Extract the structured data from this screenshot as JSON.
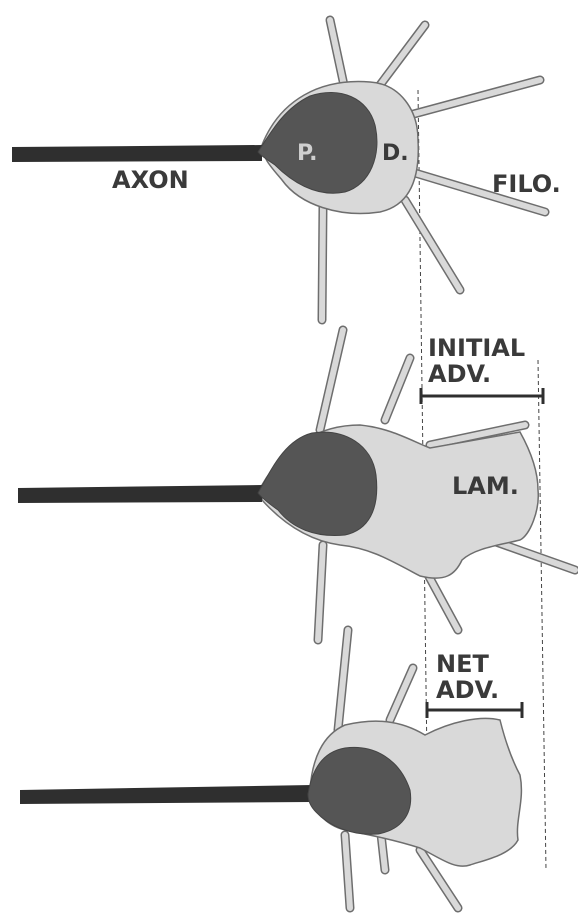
{
  "labels": {
    "axon": "AXON",
    "proximal": "P.",
    "distal": "D.",
    "filopodia": "FILO.",
    "initial_line1": "INITIAL",
    "initial_line2": "ADV.",
    "lamellipodium": "LAM.",
    "net_line1": "NET",
    "net_line2": "ADV."
  },
  "colors": {
    "axon": "#2f2f2f",
    "core": "#555555",
    "periphery": "#d9d9d9",
    "outline": "#6e6e6e",
    "text": "#3a3a3a",
    "guide": "#444444"
  }
}
